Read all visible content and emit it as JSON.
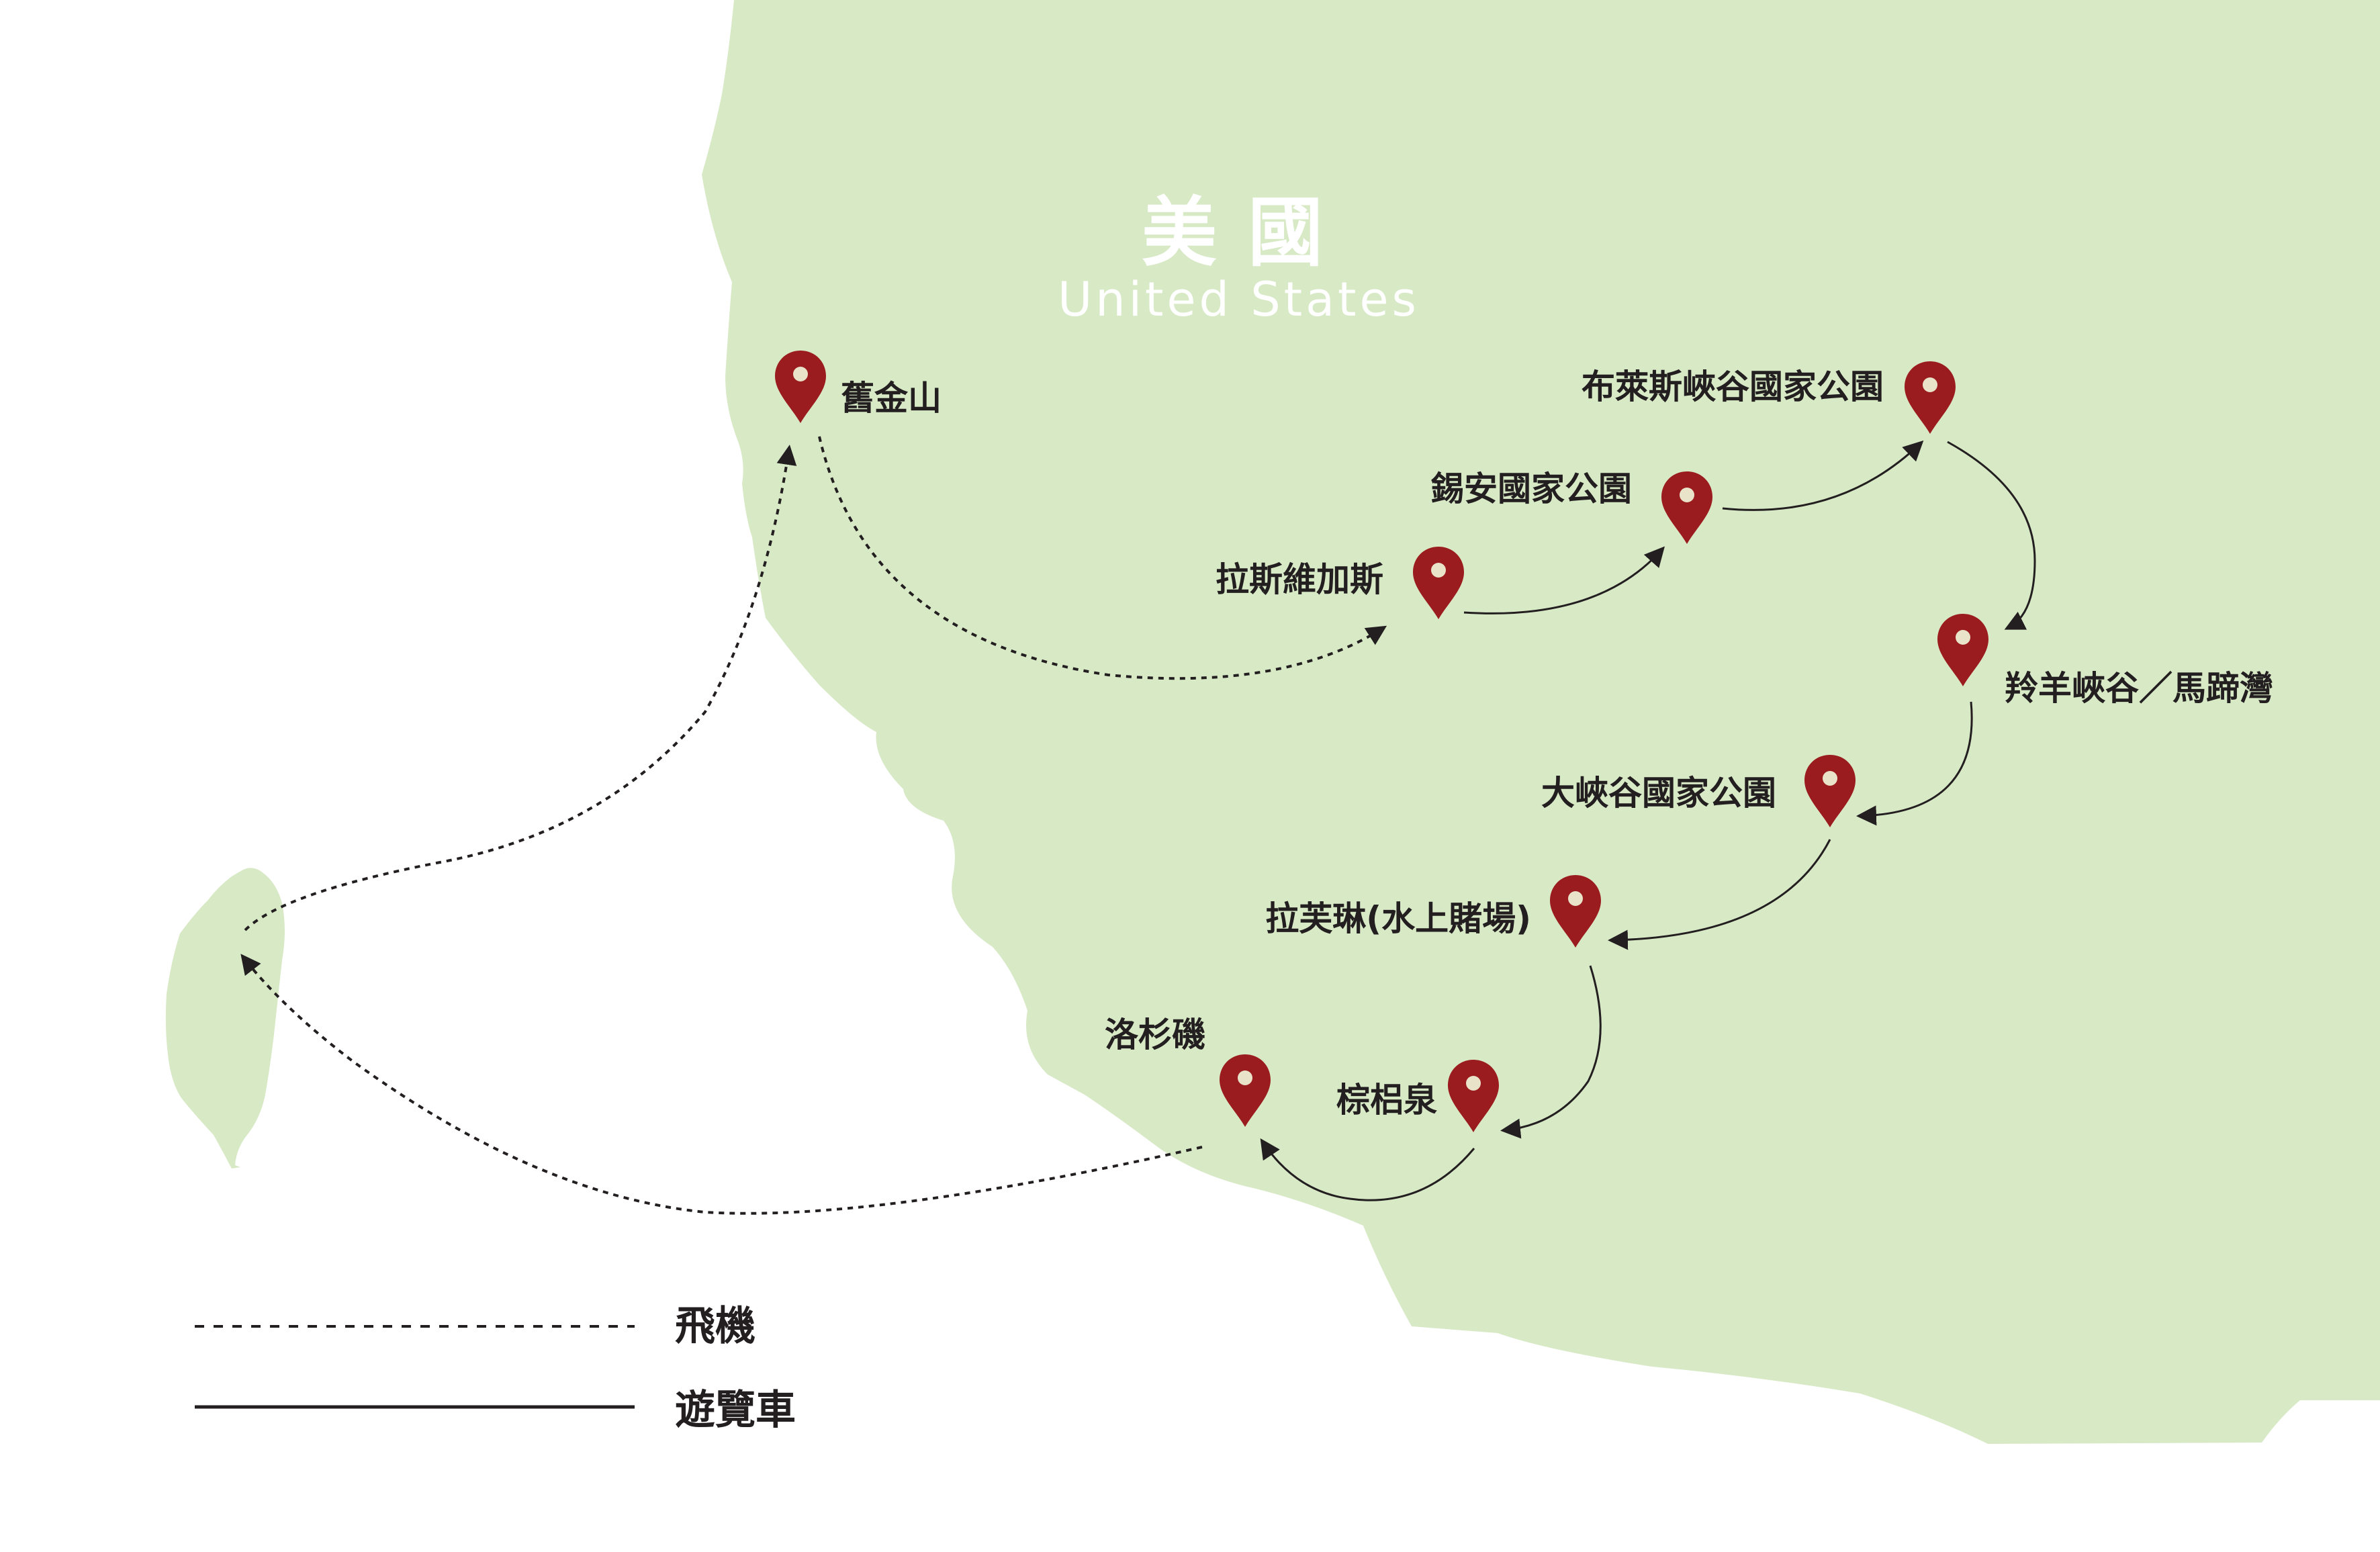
{
  "map": {
    "country": {
      "name_zh": "美國",
      "name_en": "United States"
    },
    "colors": {
      "land": "#d8e9c6",
      "pin": "#9b1c1f",
      "pin_dot": "#e9e4c9",
      "route": "#231f20",
      "country_label": "#ffffff"
    },
    "places": {
      "san_francisco": "舊金山",
      "las_vegas": "拉斯維加斯",
      "zion": "錫安國家公園",
      "bryce": "布萊斯峽谷國家公園",
      "antelope": "羚羊峽谷／馬蹄灣",
      "grand_canyon": "大峽谷國家公園",
      "laughlin": "拉芙琳(水上賭場)",
      "palm_springs": "棕梠泉",
      "los_angeles": "洛杉磯"
    },
    "legend": {
      "flight": "飛機",
      "bus": "遊覽車"
    }
  }
}
